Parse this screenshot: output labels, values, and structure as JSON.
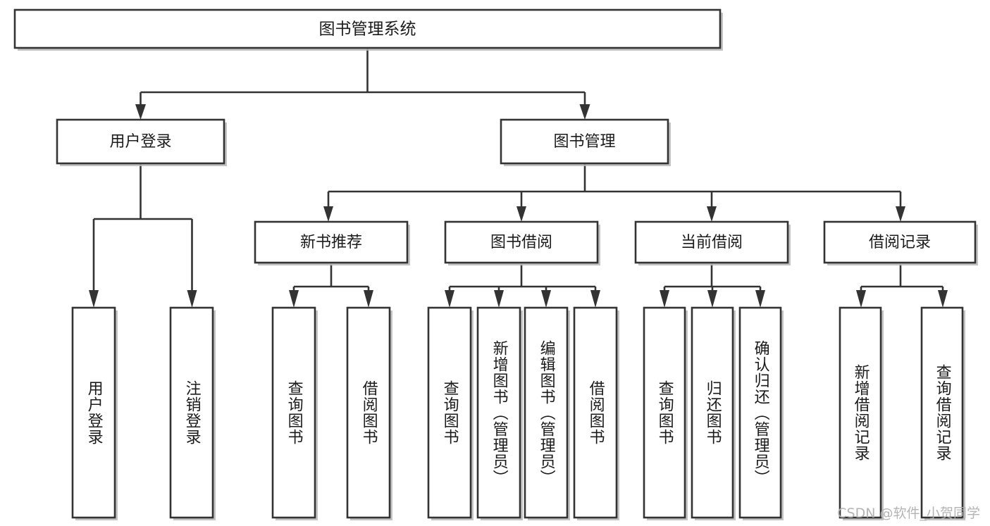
{
  "diagram": {
    "type": "tree-hierarchy",
    "title": "图书管理系统",
    "watermark": "CSDN @软件_小贺同学",
    "colors": {
      "box_border": "#333333",
      "box_fill": "#ffffff",
      "connector": "#333333",
      "watermark": "#b0b0b0",
      "background": "#ffffff"
    },
    "root": {
      "label": "图书管理系统"
    },
    "level1": [
      {
        "label": "用户登录"
      },
      {
        "label": "图书管理"
      }
    ],
    "level2": [
      {
        "label": "新书推荐"
      },
      {
        "label": "图书借阅"
      },
      {
        "label": "当前借阅"
      },
      {
        "label": "借阅记录"
      }
    ],
    "leaves": {
      "user_login": [
        {
          "label": "用户登录"
        },
        {
          "label": "注销登录"
        }
      ],
      "new_book_recommend": [
        {
          "label": "查询图书"
        },
        {
          "label": "借阅图书"
        }
      ],
      "book_borrow": [
        {
          "label": "查询图书"
        },
        {
          "label": "新增图书（管理员）"
        },
        {
          "label": "编辑图书（管理员）"
        },
        {
          "label": "借阅图书"
        }
      ],
      "current_borrow": [
        {
          "label": "查询图书"
        },
        {
          "label": "归还图书"
        },
        {
          "label": "确认归还（管理员）"
        }
      ],
      "borrow_record": [
        {
          "label": "新增借阅记录"
        },
        {
          "label": "查询借阅记录"
        }
      ]
    }
  }
}
